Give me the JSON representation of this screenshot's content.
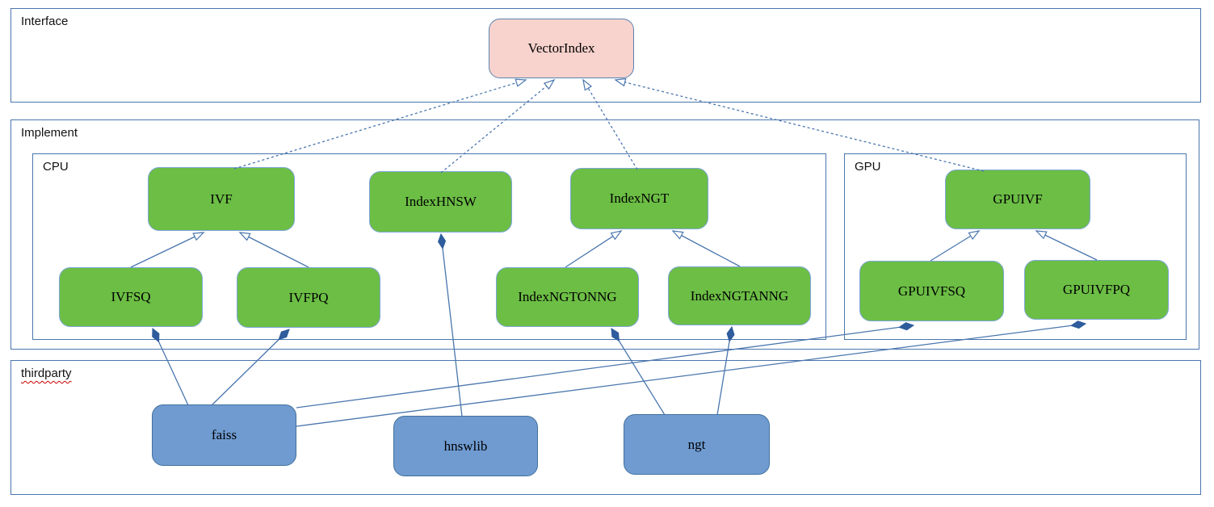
{
  "diagram": {
    "kind": "uml-class-architecture",
    "containers": {
      "interface": {
        "label": "Interface"
      },
      "implement": {
        "label": "Implement"
      },
      "cpu": {
        "label": "CPU"
      },
      "gpu": {
        "label": "GPU"
      },
      "thirdparty": {
        "label": "thirdparty"
      }
    },
    "nodes": {
      "vectorindex": {
        "label": "VectorIndex"
      },
      "ivf": {
        "label": "IVF"
      },
      "indexhnsw": {
        "label": "IndexHNSW"
      },
      "indexngt": {
        "label": "IndexNGT"
      },
      "ivfsq": {
        "label": "IVFSQ"
      },
      "ivfpq": {
        "label": "IVFPQ"
      },
      "indexngtonng": {
        "label": "IndexNGTONNG"
      },
      "indexngtanng": {
        "label": "IndexNGTANNG"
      },
      "gpuivf": {
        "label": "GPUIVF"
      },
      "gpuivfsq": {
        "label": "GPUIVFSQ"
      },
      "gpuivfpq": {
        "label": "GPUIVFPQ"
      },
      "faiss": {
        "label": "faiss"
      },
      "hnswlib": {
        "label": "hnswlib"
      },
      "ngt": {
        "label": "ngt"
      }
    },
    "edges": [
      {
        "from": "IVF",
        "to": "VectorIndex",
        "type": "realization-dashed-open-arrow"
      },
      {
        "from": "IndexHNSW",
        "to": "VectorIndex",
        "type": "realization-dashed-open-arrow"
      },
      {
        "from": "IndexNGT",
        "to": "VectorIndex",
        "type": "realization-dashed-open-arrow"
      },
      {
        "from": "GPUIVF",
        "to": "VectorIndex",
        "type": "realization-dashed-open-arrow"
      },
      {
        "from": "IVFSQ",
        "to": "IVF",
        "type": "generalization-open-arrow"
      },
      {
        "from": "IVFPQ",
        "to": "IVF",
        "type": "generalization-open-arrow"
      },
      {
        "from": "IndexNGTONNG",
        "to": "IndexNGT",
        "type": "generalization-open-arrow"
      },
      {
        "from": "IndexNGTANNG",
        "to": "IndexNGT",
        "type": "generalization-open-arrow"
      },
      {
        "from": "GPUIVFSQ",
        "to": "GPUIVF",
        "type": "generalization-open-arrow"
      },
      {
        "from": "GPUIVFPQ",
        "to": "GPUIVF",
        "type": "generalization-open-arrow"
      },
      {
        "from": "faiss",
        "to": "IVFSQ",
        "type": "composition-filled-diamond"
      },
      {
        "from": "faiss",
        "to": "IVFPQ",
        "type": "composition-filled-diamond"
      },
      {
        "from": "faiss",
        "to": "GPUIVFSQ",
        "type": "composition-filled-diamond"
      },
      {
        "from": "faiss",
        "to": "GPUIVFPQ",
        "type": "composition-filled-diamond"
      },
      {
        "from": "hnswlib",
        "to": "IndexHNSW",
        "type": "composition-filled-diamond"
      },
      {
        "from": "ngt",
        "to": "IndexNGTONNG",
        "type": "composition-filled-diamond"
      },
      {
        "from": "ngt",
        "to": "IndexNGTANNG",
        "type": "composition-filled-diamond"
      }
    ],
    "colors": {
      "interface_fill": "#f8d2cd",
      "implementation_fill": "#6cbe45",
      "thirdparty_fill": "#6f9bd1",
      "connector": "#4a76ad",
      "container_border": "#4a76ad",
      "diamond_fill": "#2e5c9c",
      "spellcheck_underline": "#cc0000"
    }
  }
}
